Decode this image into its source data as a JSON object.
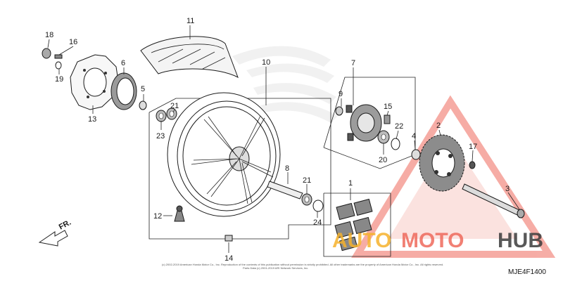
{
  "callouts": {
    "c1": "1",
    "c2": "2",
    "c3": "3",
    "c4": "4",
    "c5": "5",
    "c6": "6",
    "c7": "7",
    "c8": "8",
    "c9": "9",
    "c10": "10",
    "c11": "11",
    "c12": "12",
    "c13": "13",
    "c14": "14",
    "c15": "15",
    "c16": "16",
    "c17": "17",
    "c18": "18",
    "c19": "19",
    "c20": "20",
    "c21a": "21",
    "c21b": "21",
    "c22": "22",
    "c23": "23",
    "c24": "24"
  },
  "direction_label": "FR.",
  "diagram_code": "MJE4F1400",
  "footer": {
    "line1": "(c) 2002-2019 American Honda Motor Co., Inc. Reproduction of the contents of this publication without permission is strictly prohibited. All other trademarks are the property of American Honda Motor Co., Inc. All rights reserved.",
    "line2": "Parts Data (c) 2001-2019 ARI Network Services, Inc."
  },
  "watermark": {
    "part1": "AUTO",
    "part2": "MOTO",
    "part3": "HUB",
    "color_a": "#f6b22c",
    "color_b": "#ef6a5c",
    "color_c": "#3b3b3b"
  }
}
